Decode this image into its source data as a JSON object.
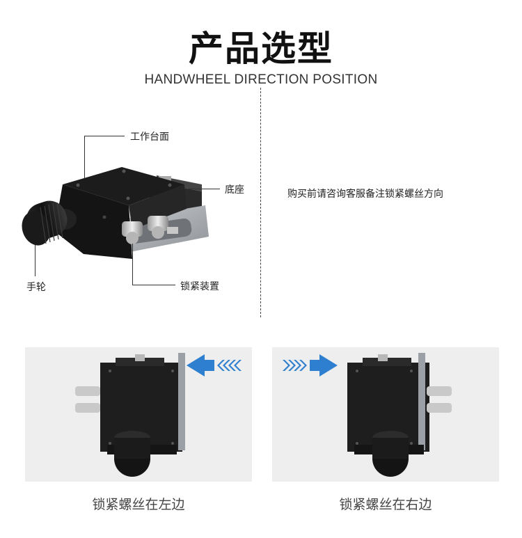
{
  "header": {
    "title": "产品选型",
    "subtitle": "HANDWHEEL DIRECTION POSITION"
  },
  "diagram": {
    "labels": {
      "worktable": "工作台面",
      "base": "底座",
      "handwheel": "手轮",
      "locking_device": "锁紧装置"
    },
    "note": "购买前请咨询客服备注锁紧螺丝方向"
  },
  "options": [
    {
      "caption": "锁紧螺丝在左边",
      "arrow_direction": "left"
    },
    {
      "caption": "锁紧螺丝在右边",
      "arrow_direction": "right"
    }
  ],
  "colors": {
    "arrow_blue": "#2f7fd0",
    "stage_body": "#1c1c1c",
    "panel_bg": "#eeeeee"
  }
}
